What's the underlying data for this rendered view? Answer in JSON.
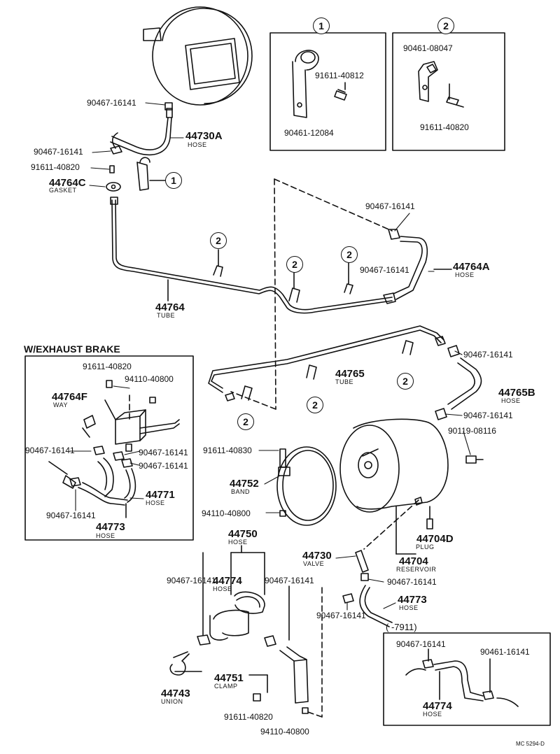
{
  "inset1": {
    "marker": "1",
    "bolt": "91611-40812",
    "bracket": "90461-12084"
  },
  "inset2": {
    "marker": "2",
    "bracket": "90461-08047",
    "bolt": "91611-40820"
  },
  "exhaust_brake": {
    "title": "W/EXHAUST BRAKE",
    "bolt": "91611-40820",
    "nut": "94110-40800",
    "way_num": "44764F",
    "way_name": "WAY",
    "clip_a": "90467-16141",
    "clip_b": "90467-16141",
    "clip_c": "90467-16141",
    "clip_d": "90467-16141",
    "hose_a_num": "44771",
    "hose_a_name": "HOSE",
    "hose_b_num": "44773",
    "hose_b_name": "HOSE"
  },
  "top": {
    "clip1": "90467-16141",
    "clip2": "90467-16141",
    "bolt": "91611-40820",
    "hose_num": "44730A",
    "hose_name": "HOSE",
    "gasket_num": "44764C",
    "gasket_name": "GASKET",
    "tube_num": "44764",
    "tube_name": "TUBE",
    "ref1": "1",
    "ref2": "2"
  },
  "right": {
    "clip1": "90467-16141",
    "clip2": "90467-16141",
    "hose_num": "44764A",
    "hose_name": "HOSE",
    "tube_num": "44765",
    "tube_name": "TUBE",
    "clip3": "90467-16141",
    "clip4": "90467-16141",
    "hose2_num": "44765B",
    "hose2_name": "HOSE",
    "bolt2": "90119-08116"
  },
  "reservoir": {
    "bolt": "91611-40830",
    "band_num": "44752",
    "band_name": "BAND",
    "nut": "94110-40800",
    "plug_num": "44704D",
    "plug_name": "PLUG",
    "res_num": "44704",
    "res_name": "RESERVOIR",
    "valve_num": "44730",
    "valve_name": "VALVE",
    "clip": "90467-16141"
  },
  "bottom": {
    "hose_num": "44750",
    "hose_name": "HOSE",
    "clip1": "90467-16141",
    "clip2": "90467-16141",
    "hose2_num": "44774",
    "hose2_name": "HOSE",
    "union_num": "44743",
    "union_name": "UNION",
    "clamp_num": "44751",
    "clamp_name": "CLAMP",
    "bolt": "91611-40820",
    "nut": "94110-40800",
    "clip3": "90467-16141",
    "hose3_num": "44773",
    "hose3_name": "HOSE"
  },
  "inset3": {
    "title": "(   -7911)",
    "clip": "90467-16141",
    "clip2": "90461-16141",
    "hose_num": "44774",
    "hose_name": "HOSE"
  },
  "code": "MC 5294-D"
}
